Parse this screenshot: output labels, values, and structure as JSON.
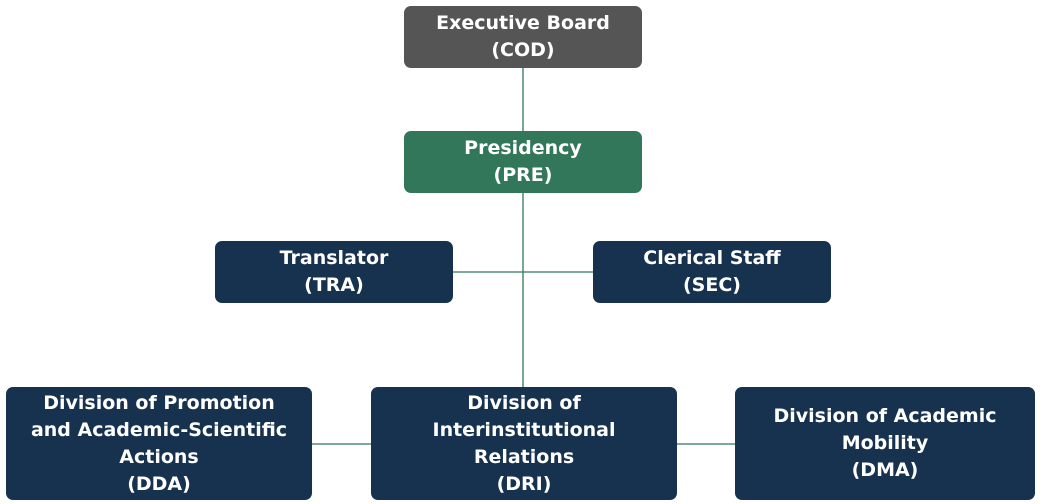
{
  "colors": {
    "executive": "#555555",
    "presidency": "#33775a",
    "unit": "#17324f",
    "connector": "#33775a"
  },
  "nodes": {
    "cod": {
      "title": "Executive Board",
      "code": "(COD)"
    },
    "pre": {
      "title": "Presidency",
      "code": "(PRE)"
    },
    "tra": {
      "title": "Translator",
      "code": "(TRA)"
    },
    "sec": {
      "title": "Clerical Staff",
      "code": "(SEC)"
    },
    "dda": {
      "line1": "Division of Promotion",
      "line2": "and Academic-Scientific",
      "line3": "Actions",
      "code": "(DDA)"
    },
    "dri": {
      "line1": "Division of",
      "line2": "Interinstitutional",
      "line3": "Relations",
      "code": "(DRI)"
    },
    "dma": {
      "line1": "Division of Academic",
      "line2": "Mobility",
      "code": "(DMA)"
    }
  }
}
